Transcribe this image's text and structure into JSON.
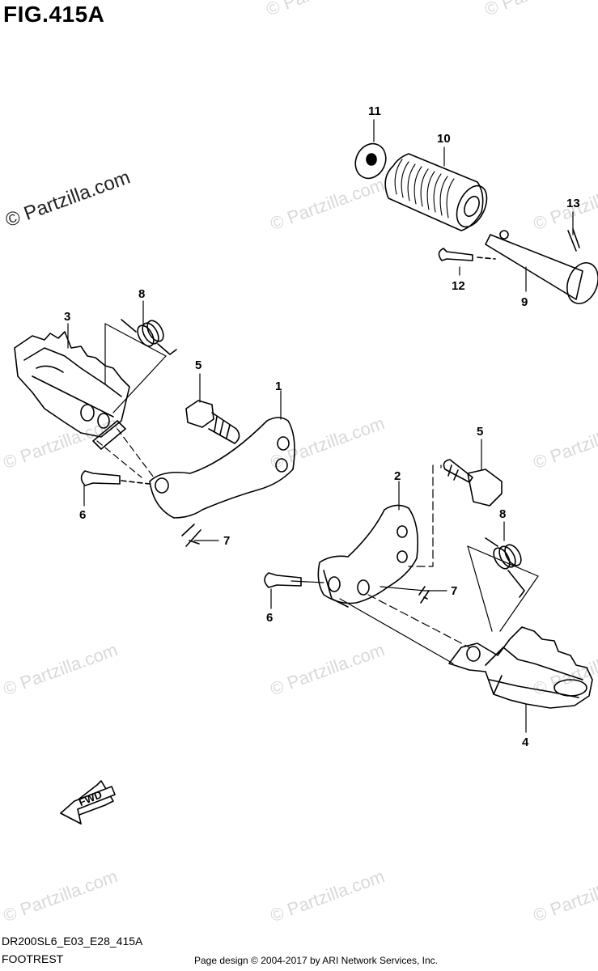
{
  "figure": {
    "title": "FIG.415A"
  },
  "watermark": {
    "text": "© Partzilla.com",
    "color": "#d9d9d9"
  },
  "callouts": [
    "1",
    "2",
    "3",
    "4",
    "5",
    "5",
    "6",
    "6",
    "7",
    "7",
    "8",
    "8",
    "9",
    "10",
    "11",
    "12",
    "13"
  ],
  "fwd_label": "FWD",
  "footer": {
    "code": "DR200SL6_E03_E28_415A",
    "section": "FOOTREST",
    "credit": "Page design © 2004-2017 by ARI Network Services, Inc."
  }
}
